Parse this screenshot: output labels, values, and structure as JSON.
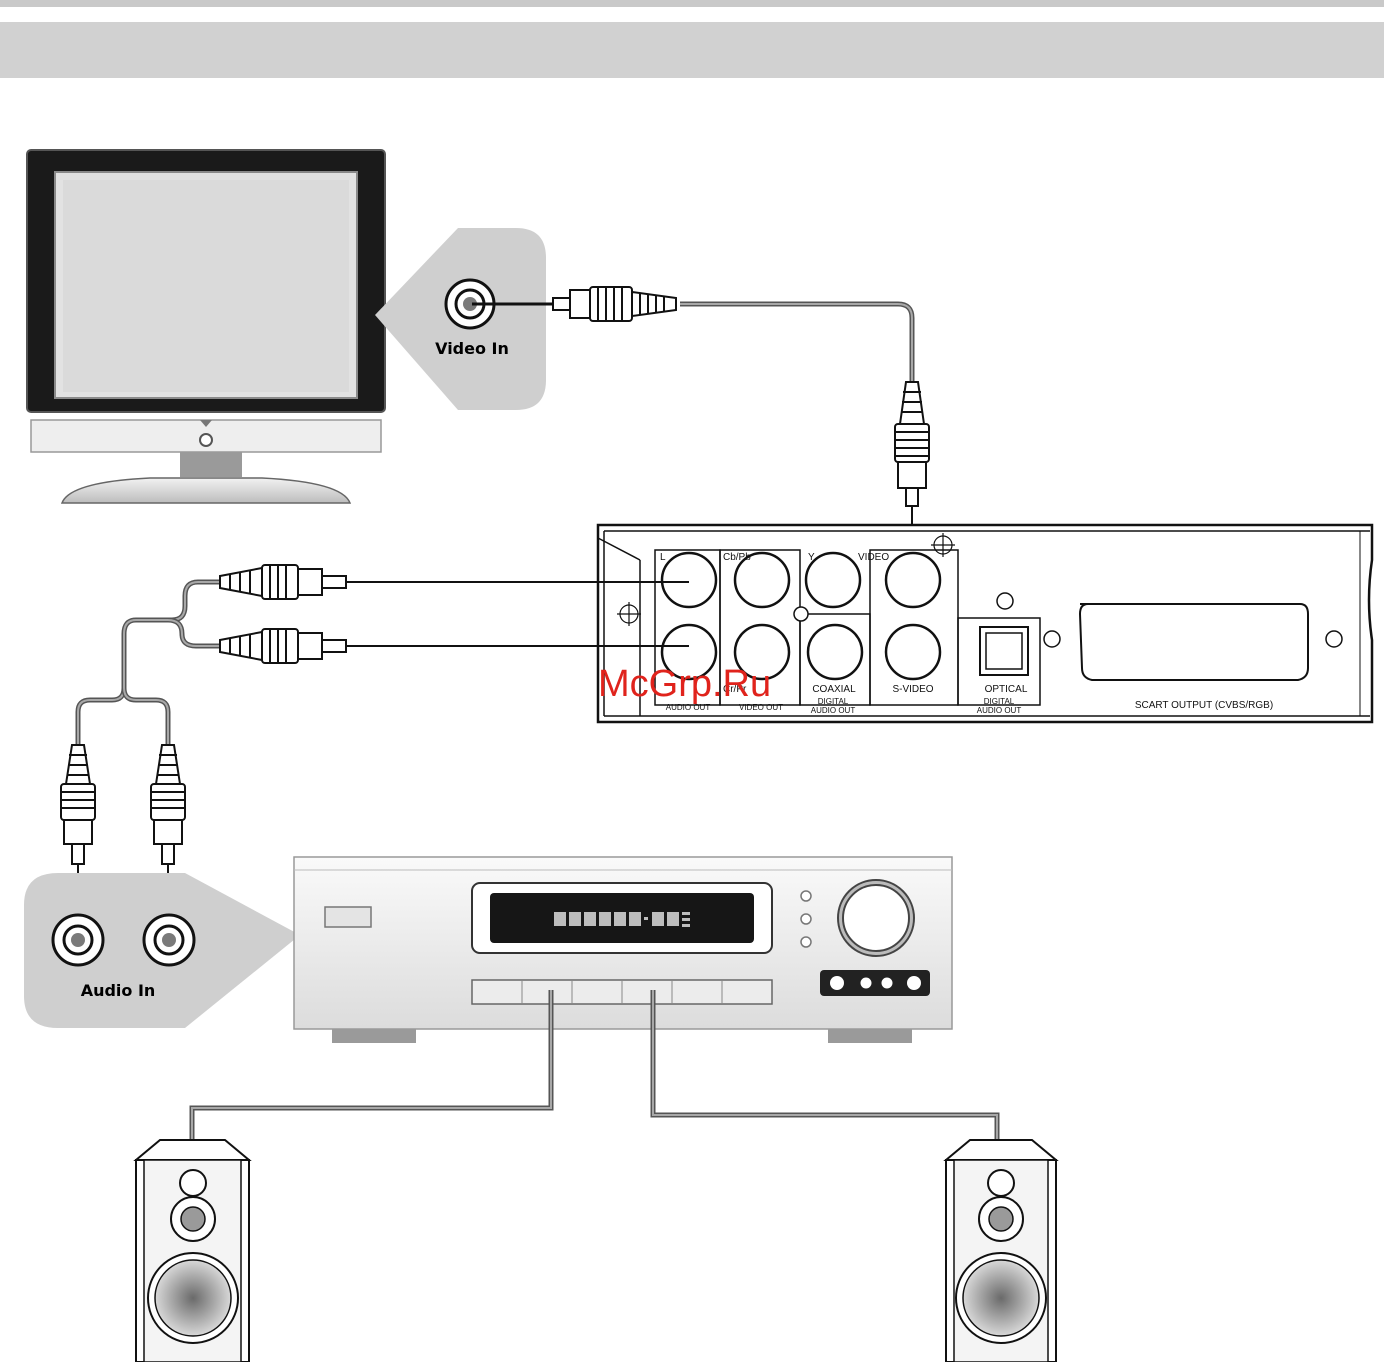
{
  "tv_panel": {
    "label": "Video In"
  },
  "receiver_panel": {
    "label": "Audio In"
  },
  "dvd_panel": {
    "audio_l": "L",
    "cb_pb": "Cb/Pb",
    "y": "Y",
    "video": "VIDEO",
    "cr_pr": "Cr/Pr",
    "coaxial": "COAXIAL",
    "s_video": "S-VIDEO",
    "optical": "OPTICAL",
    "audio_out": "AUDIO OUT",
    "video_out": "VIDEO OUT",
    "digital_audio_out_1": "DIGITAL",
    "digital_audio_out_2": "AUDIO OUT",
    "digital_audio_out_opt_1": "DIGITAL",
    "digital_audio_out_opt_2": "AUDIO OUT",
    "scart": "SCART OUTPUT (CVBS/RGB)"
  },
  "watermark": "McGrp.Ru",
  "colors": {
    "header": "#d1d1d1",
    "callout": "#cfcfcf",
    "watermark": "#e0231c"
  }
}
